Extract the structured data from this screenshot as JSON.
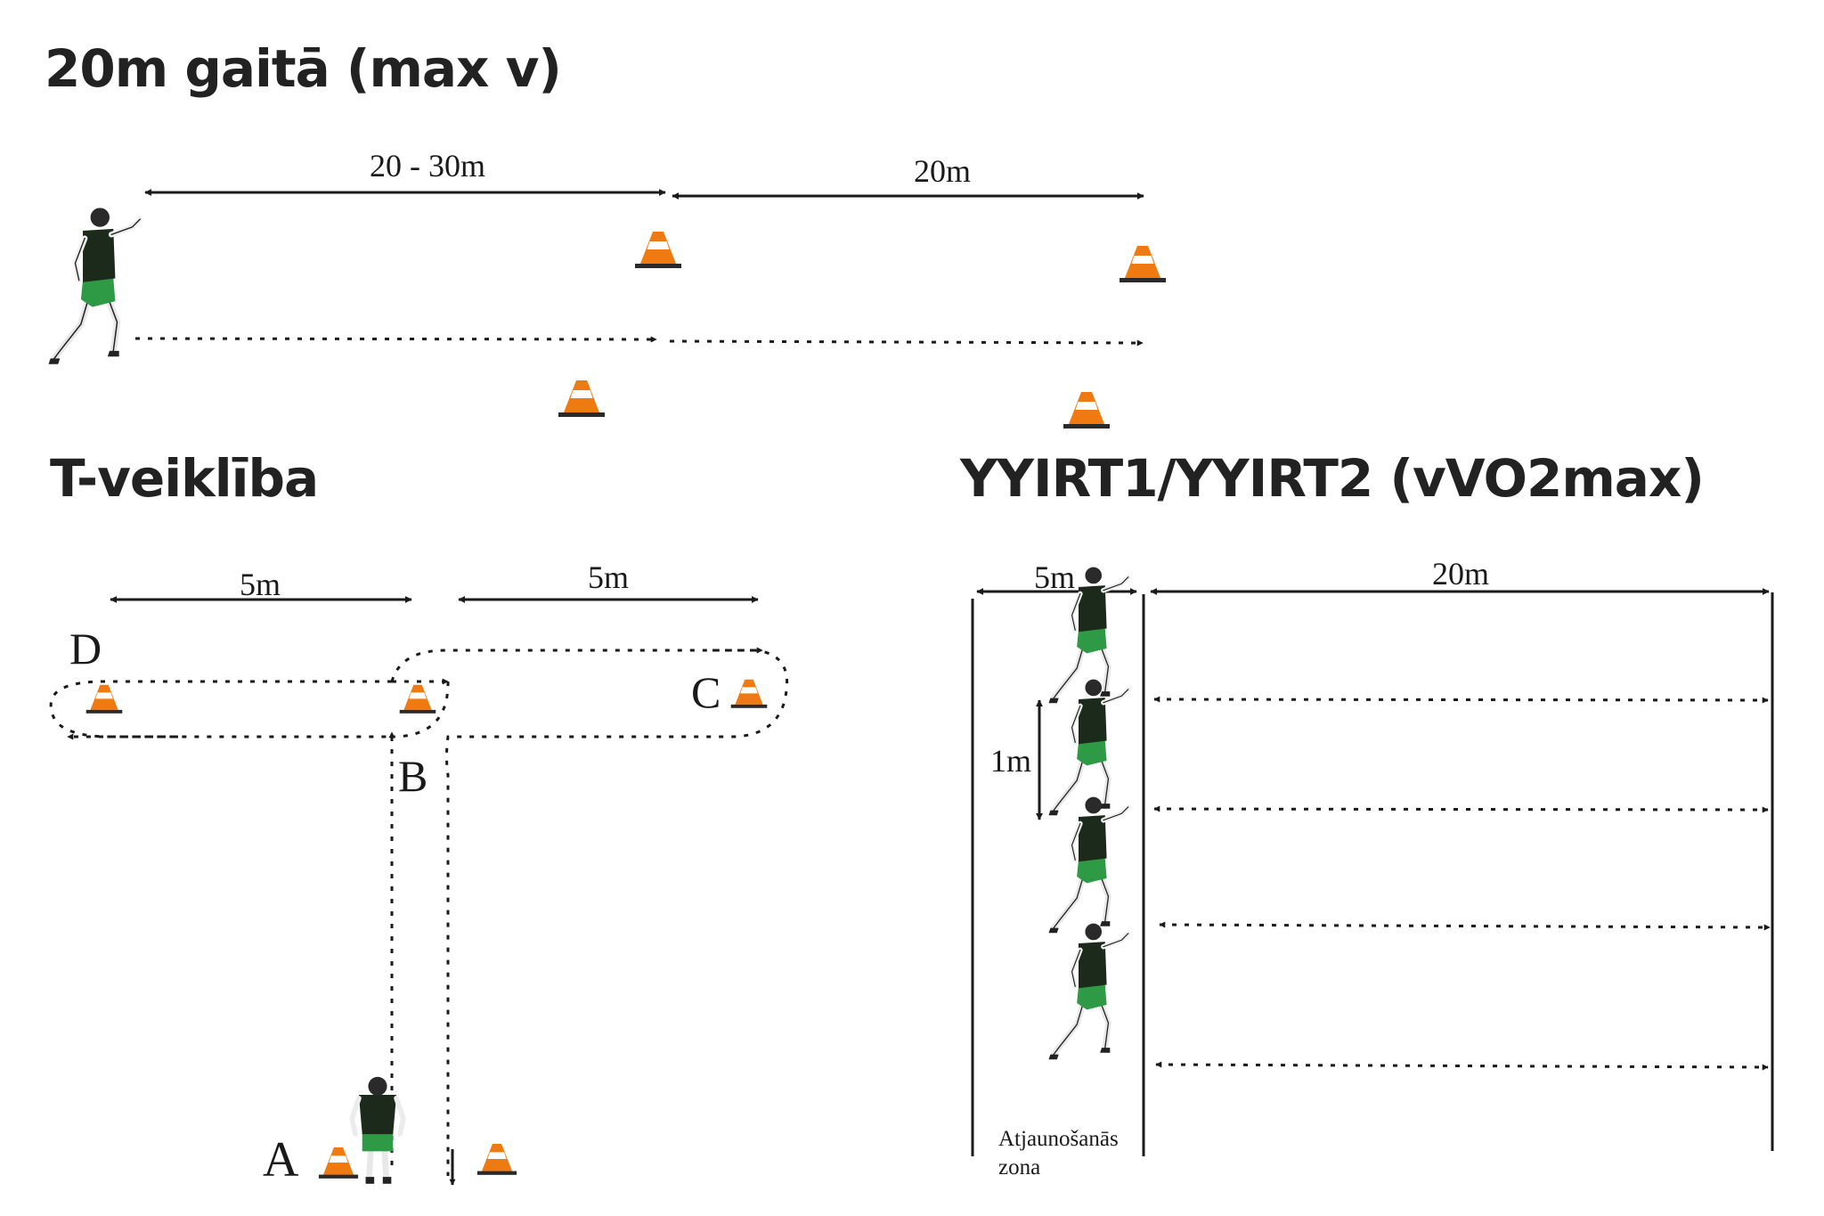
{
  "titles": {
    "sprint": "20m gaitā (max v)",
    "t_test": "T-veiklība",
    "yoyo": "YYIRT1/YYIRT2 (vVO2max)"
  },
  "sprint": {
    "dist_run_in": "20 - 30m",
    "dist_timed": "20m"
  },
  "t_test": {
    "dist_left": "5m",
    "dist_right": "5m",
    "point_a": "A",
    "point_b": "B",
    "point_c": "C",
    "point_d": "D"
  },
  "yoyo": {
    "dist_zone": "5m",
    "dist_run": "20m",
    "dist_spacing": "1m",
    "zone_line1": "Atjaunošanās",
    "zone_line2": "zona"
  },
  "colors": {
    "cone_orange": "#f07a12",
    "shirt": "#1c2a1c",
    "shorts": "#2f9a45",
    "line": "#1a1a1a"
  }
}
